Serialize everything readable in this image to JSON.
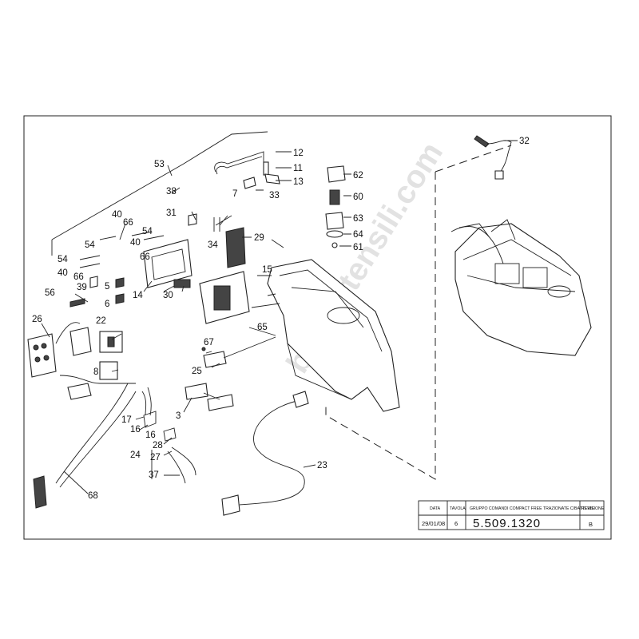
{
  "callouts": [
    "3",
    "5",
    "6",
    "7",
    "8",
    "11",
    "12",
    "13",
    "14",
    "15",
    "16",
    "17",
    "22",
    "23",
    "24",
    "25",
    "26",
    "27",
    "28",
    "29",
    "30",
    "31",
    "32",
    "33",
    "34",
    "37",
    "38",
    "39",
    "40",
    "40",
    "54",
    "54",
    "56",
    "60",
    "61",
    "62",
    "63",
    "64",
    "65",
    "66",
    "66",
    "67",
    "68",
    "53"
  ],
  "title_block": {
    "h_data": "DATA",
    "h_tavola": "TAVOLA",
    "h_title": "GRUPPO COMANDI COMPACT FREE TRAZIONATE C/BATTERIE",
    "h_revisione": "REVISIONE",
    "date": "29/01/08",
    "tavola": "6",
    "code": "5.509.1320",
    "revision": "B"
  },
  "watermark": "bricoutensili.com"
}
